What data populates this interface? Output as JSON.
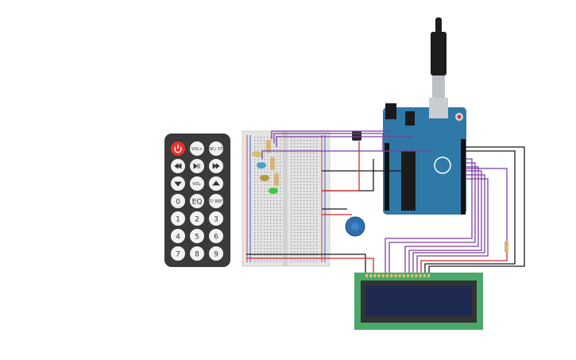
{
  "remote": {
    "buttons": [
      {
        "label": "",
        "icon": "power-icon"
      },
      {
        "label": "VOL+",
        "icon": ""
      },
      {
        "label": "FUNC/ STOP",
        "icon": ""
      },
      {
        "label": "",
        "icon": "rewind-icon"
      },
      {
        "label": "",
        "icon": "play-pause-icon"
      },
      {
        "label": "",
        "icon": "fast-forward-icon"
      },
      {
        "label": "",
        "icon": "down-arrow-icon"
      },
      {
        "label": "VOL-",
        "icon": ""
      },
      {
        "label": "",
        "icon": "up-arrow-icon"
      },
      {
        "label": "0",
        "icon": ""
      },
      {
        "label": "EQ",
        "icon": ""
      },
      {
        "label": "ST/ REPT",
        "icon": ""
      },
      {
        "label": "1",
        "icon": ""
      },
      {
        "label": "2",
        "icon": ""
      },
      {
        "label": "3",
        "icon": ""
      },
      {
        "label": "4",
        "icon": ""
      },
      {
        "label": "5",
        "icon": ""
      },
      {
        "label": "6",
        "icon": ""
      },
      {
        "label": "7",
        "icon": ""
      },
      {
        "label": "8",
        "icon": ""
      },
      {
        "label": "9",
        "icon": ""
      }
    ]
  },
  "colors": {
    "remote_body": "#3a3a3a",
    "power_button": "#e8322b",
    "arduino_board": "#2f79a8",
    "lcd_board": "#4aa86a",
    "lcd_screen": "#1f2a52",
    "wire_purple": "#7b3fa0",
    "wire_black": "#1a1a1a",
    "wire_red": "#d42a2a",
    "breadboard": "#e6e6e6",
    "potentiometer": "#2f6fae",
    "usb_cable": "#1d1d1d"
  }
}
